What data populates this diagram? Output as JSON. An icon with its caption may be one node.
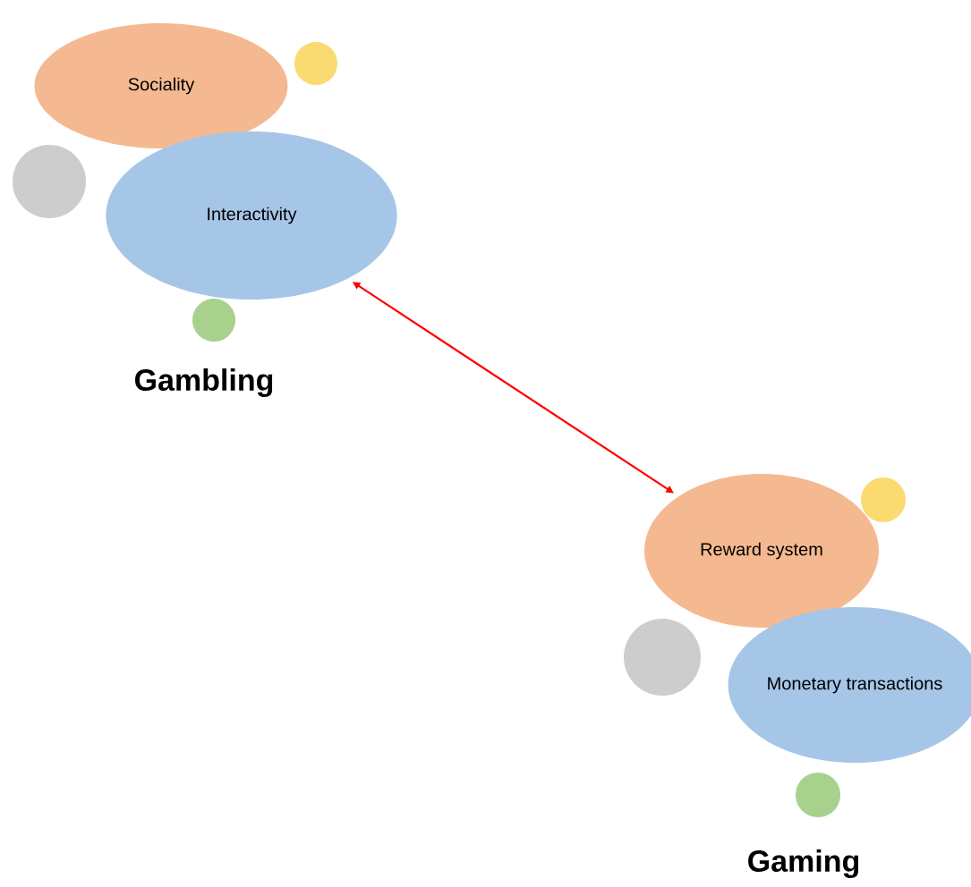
{
  "diagram": {
    "nodes": [
      {
        "text": [
          "Sociality"
        ]
      },
      {
        "text": [],
        "shape": "circle"
      },
      {
        "text": [],
        "shape": "circle"
      },
      {
        "text": [
          "Interactivity"
        ]
      },
      {
        "text": [],
        "shape": "circle"
      },
      {
        "text": [
          "Reward system"
        ]
      },
      {
        "text": [],
        "shape": "circle"
      },
      {
        "text": [],
        "shape": "circle"
      },
      {
        "text": [
          "Monetary transactions"
        ]
      },
      {
        "text": [],
        "shape": "circle"
      }
    ],
    "edges": [
      {
        "from": 3,
        "to": 5,
        "arrow": "both"
      }
    ],
    "labels": [
      "Gambling",
      "Gaming"
    ]
  }
}
